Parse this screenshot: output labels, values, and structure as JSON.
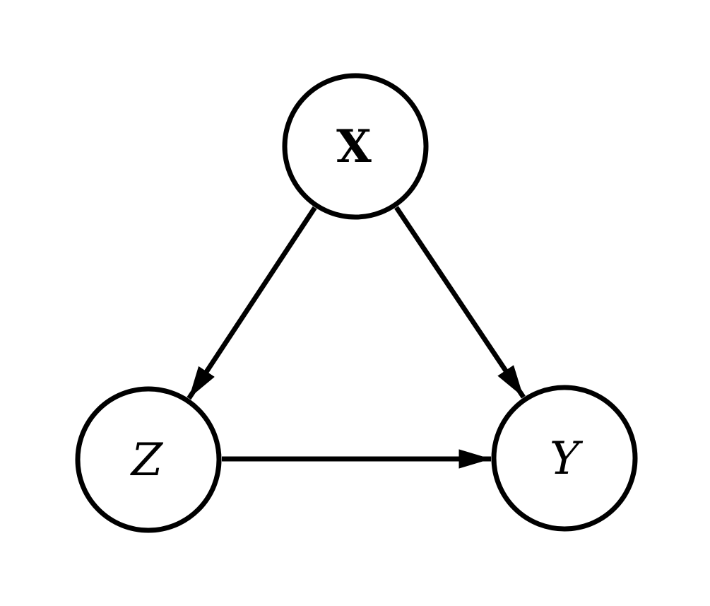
{
  "diagram": {
    "type": "directed-graph",
    "description": "Causal DAG with three nodes; X points to Z and Y, Z points to Y",
    "background_color": "#ffffff",
    "stroke_color": "#000000",
    "nodes": [
      {
        "id": "X",
        "label": "X",
        "text_style": "bold-upright-serif",
        "position": "top-center"
      },
      {
        "id": "Z",
        "label": "Z",
        "text_style": "italic-serif",
        "position": "bottom-left"
      },
      {
        "id": "Y",
        "label": "Y",
        "text_style": "italic-serif",
        "position": "bottom-right"
      }
    ],
    "edges": [
      {
        "from": "X",
        "to": "Z",
        "arrow": "solid-triangle"
      },
      {
        "from": "X",
        "to": "Y",
        "arrow": "solid-triangle"
      },
      {
        "from": "Z",
        "to": "Y",
        "arrow": "solid-triangle"
      }
    ]
  }
}
